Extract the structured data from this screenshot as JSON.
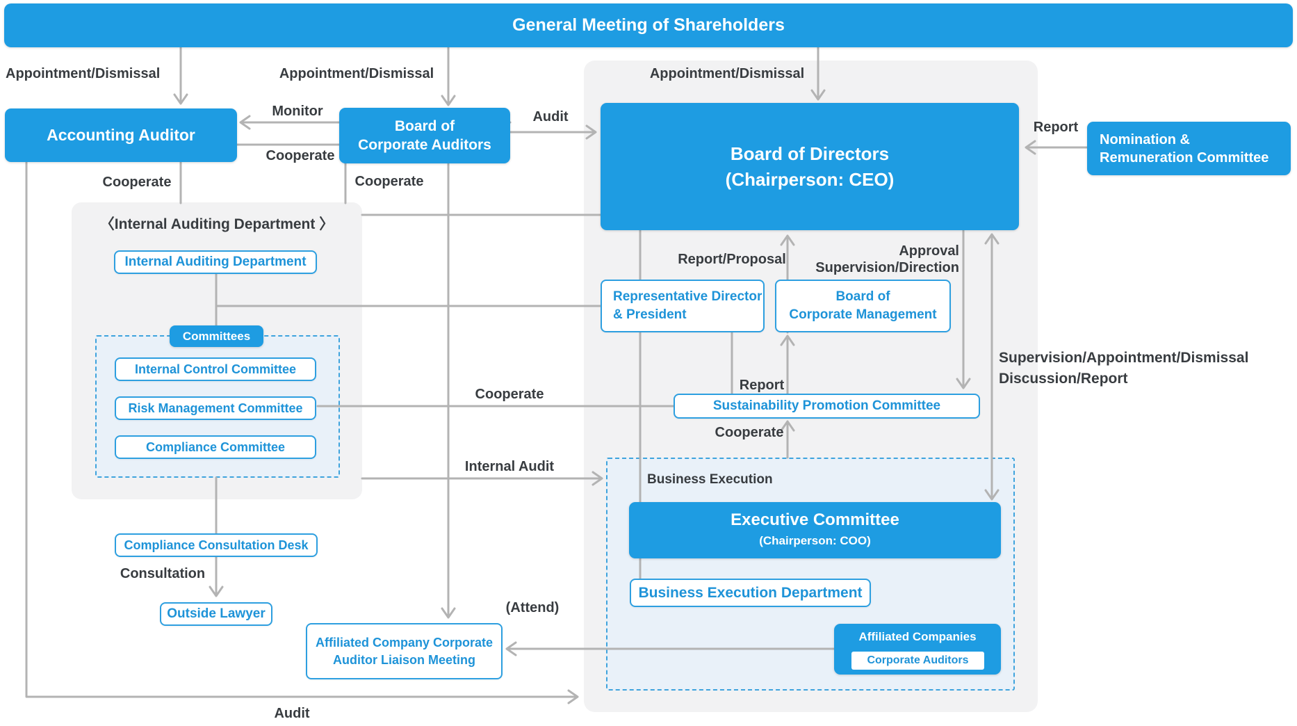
{
  "colors": {
    "brand_blue": "#1e9ce2",
    "box_border_blue": "#2d9fe0",
    "box_text_blue": "#1e93d8",
    "connector_gray": "#b3b3b3",
    "panel_gray": "#f2f2f3",
    "dashed_fill": "#e9f1f9",
    "dashed_border": "#3ea3dd",
    "label_dark": "#383c40"
  },
  "banner": {
    "label": "General Meeting of Shareholders"
  },
  "labels": {
    "appointment_dismissal_1": "Appointment/Dismissal",
    "appointment_dismissal_2": "Appointment/Dismissal",
    "appointment_dismissal_3": "Appointment/Dismissal",
    "monitor": "Monitor",
    "cooperate_monitor": "Cooperate",
    "audit_board": "Audit",
    "cooperate_accounting": "Cooperate",
    "cooperate_auditors": "Cooperate",
    "report_nomination": "Report",
    "report_proposal": "Report/Proposal",
    "approval": "Approval",
    "supervision_direction": "Supervision/Direction",
    "report_sustainability": "Report",
    "cooperate_risk": "Cooperate",
    "internal_audit": "Internal Audit",
    "cooperate_sustainability": "Cooperate",
    "supervision_appointment_dismissal": "Supervision/Appointment/Dismissal",
    "discussion_report": "Discussion/Report",
    "business_execution": "Business Execution",
    "attend": "(Attend)",
    "consultation": "Consultation",
    "audit_bottom": "Audit"
  },
  "nodes": {
    "accounting_auditor": {
      "label": "Accounting Auditor"
    },
    "board_corporate_auditors": {
      "line1": "Board of",
      "line2": "Corporate Auditors"
    },
    "board_of_directors": {
      "line1": "Board of Directors",
      "line2": "(Chairperson: CEO)"
    },
    "nomination_remuneration": {
      "line1": "Nomination &",
      "line2": "Remuneration Committee"
    },
    "internal_auditing_heading": {
      "label": "〈Internal Auditing Department 〉"
    },
    "internal_auditing_department": {
      "label": "Internal Auditing Department"
    },
    "committees": {
      "label": "Committees"
    },
    "internal_control_committee": {
      "label": "Internal Control Committee"
    },
    "risk_management_committee": {
      "label": "Risk Management Committee"
    },
    "compliance_committee": {
      "label": "Compliance Committee"
    },
    "compliance_consultation_desk": {
      "label": "Compliance Consultation Desk"
    },
    "outside_lawyer": {
      "label": "Outside Lawyer"
    },
    "representative_director": {
      "line1": "Representative Director",
      "line2": "& President"
    },
    "board_corporate_management": {
      "line1": "Board of",
      "line2": "Corporate Management"
    },
    "sustainability_promotion_committee": {
      "label": "Sustainability Promotion Committee"
    },
    "executive_committee": {
      "line1": "Executive Committee",
      "line2": "(Chairperson: COO)"
    },
    "business_execution_department": {
      "label": "Business Execution Department"
    },
    "affiliated_companies": {
      "label": "Affiliated Companies"
    },
    "affiliated_corporate_auditors": {
      "label": "Corporate Auditors"
    },
    "liaison_meeting": {
      "line1": "Affiliated Company Corporate",
      "line2": "Auditor Liaison Meeting"
    }
  }
}
